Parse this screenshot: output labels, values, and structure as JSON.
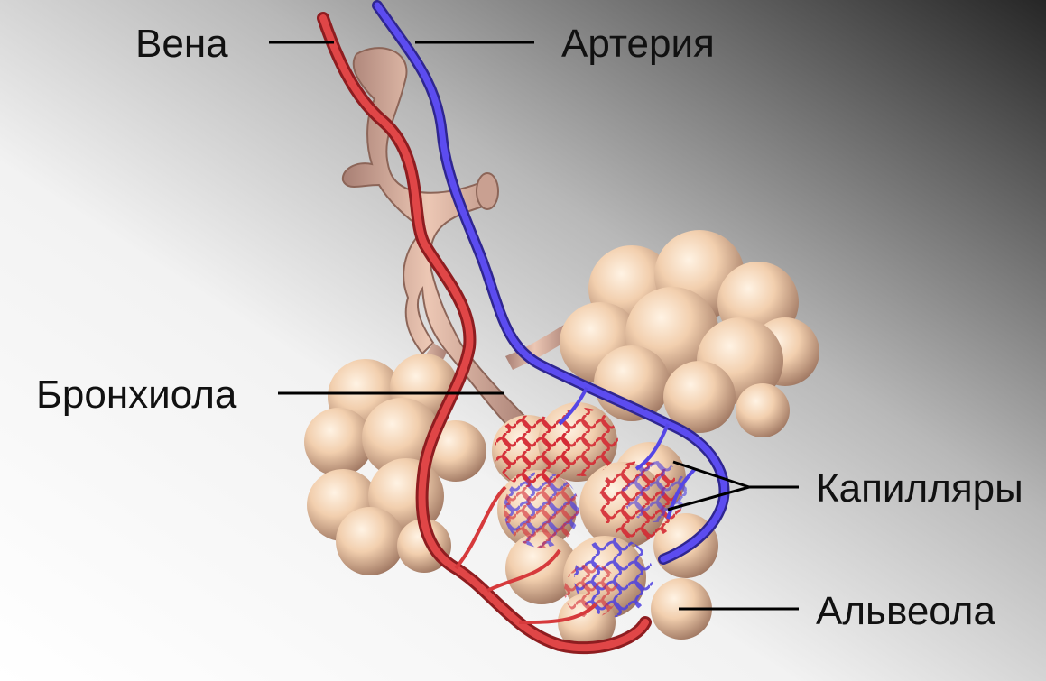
{
  "labels": {
    "vein": "Вена",
    "artery": "Артерия",
    "bronchiole": "Бронхиола",
    "capillaries": "Капилляры",
    "alveolus": "Альвеола"
  },
  "colors": {
    "vein_vessel": "#d8383a",
    "artery_vessel": "#5a48e0",
    "tissue": "#e9c3a8",
    "alveolus_sphere": "#f3d3b4",
    "background_dark": "#2a2a2a"
  }
}
